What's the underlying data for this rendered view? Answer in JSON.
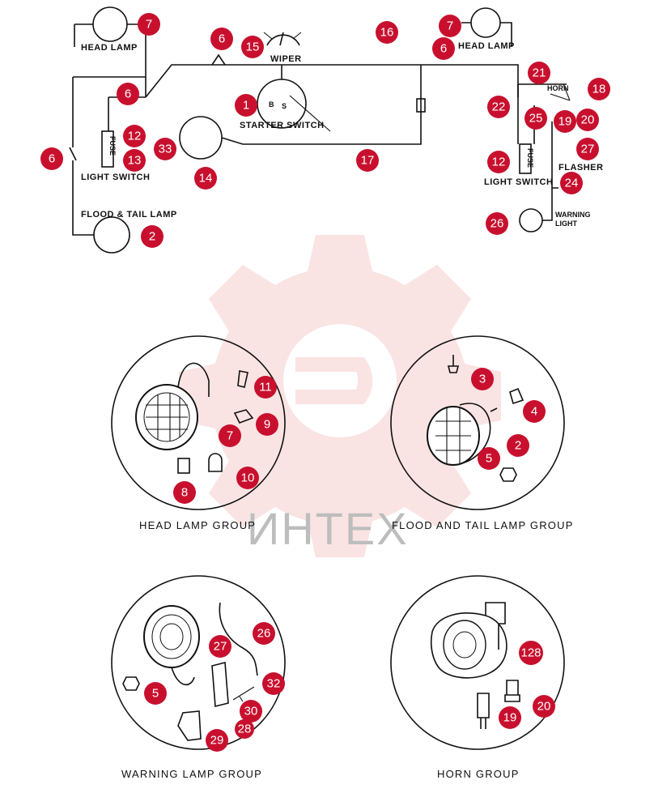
{
  "labels": {
    "head_lamp_left": "HEAD LAMP",
    "head_lamp_right": "HEAD LAMP",
    "wiper": "WIPER",
    "starter_switch": "STARTER SWITCH",
    "light_switch_left": "LIGHT SWITCH",
    "light_switch_right": "LIGHT SWITCH",
    "flood_tail_lamp": "FLOOD & TAIL LAMP",
    "horn": "HORN",
    "flasher": "FLASHER",
    "warning": "WARNING",
    "light": "LIGHT",
    "fuse_left": "FUSE",
    "fuse_right": "FUSE",
    "switch_b": "B",
    "switch_s": "S"
  },
  "groups": {
    "head_lamp": "HEAD LAMP GROUP",
    "flood_tail": "FLOOD AND TAIL LAMP GROUP",
    "warning_lamp": "WARNING LAMP GROUP",
    "horn": "HORN GROUP"
  },
  "watermark": "ИНТЕХ",
  "colors": {
    "callout": "#c8102e",
    "watermark": "#f4c2c2"
  },
  "callouts": {
    "c7a": "7",
    "c6a": "6",
    "c15": "15",
    "c16": "16",
    "c7b": "7",
    "c6b": "6",
    "c6c": "6",
    "c1": "1",
    "c21": "21",
    "c18": "18",
    "c22": "22",
    "c25": "25",
    "c19a": "19",
    "c20a": "20",
    "c12a": "12",
    "c13": "13",
    "c33": "33",
    "c6d": "6",
    "c17": "17",
    "c12b": "12",
    "c27a": "27",
    "c14": "14",
    "c24": "24",
    "c26a": "26",
    "c2a": "2",
    "c11": "11",
    "c9": "9",
    "c7c": "7",
    "c8": "8",
    "c10": "10",
    "c3": "3",
    "c4": "4",
    "c2b": "2",
    "c5a": "5",
    "c26b": "26",
    "c27b": "27",
    "c5b": "5",
    "c32": "32",
    "c30": "30",
    "c28": "28",
    "c29": "29",
    "c128": "128",
    "c20b": "20",
    "c19b": "19"
  }
}
